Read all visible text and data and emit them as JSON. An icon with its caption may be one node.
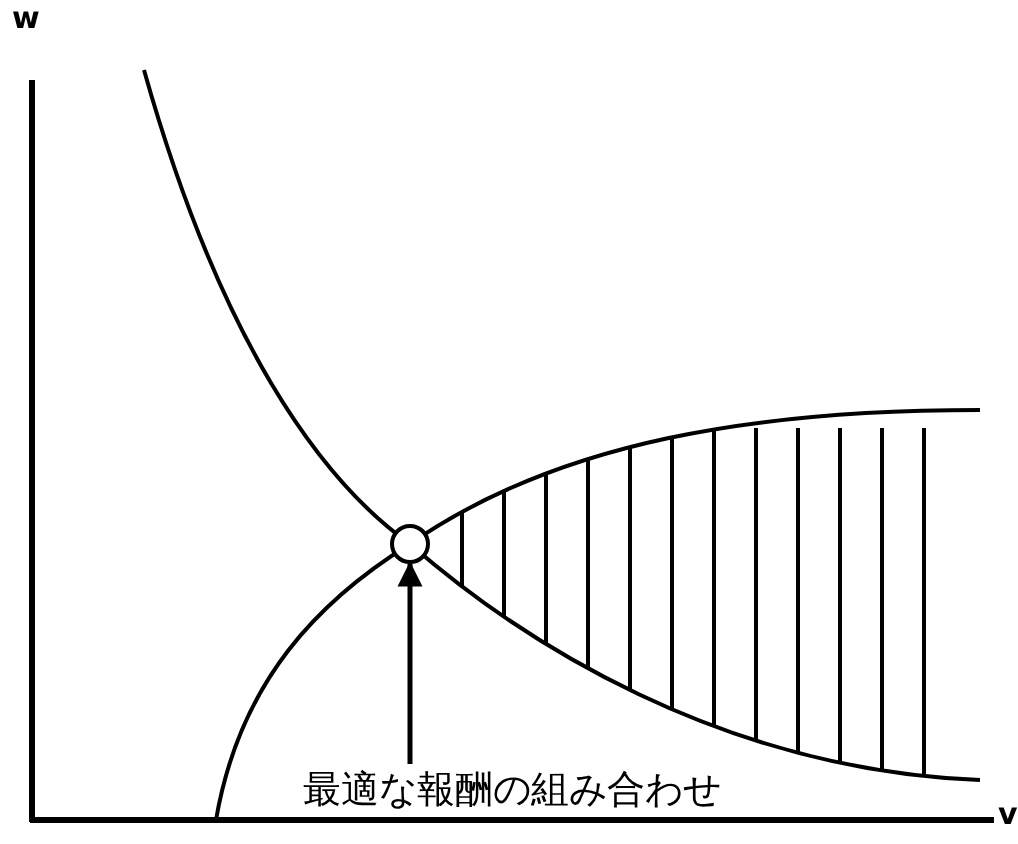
{
  "diagram": {
    "nodes": [
      {
        "text": [],
        "shape": "circle"
      },
      {
        "text": [
          "最適な報酬の組み合わせ"
        ]
      }
    ],
    "edges": [
      {
        "from": 1,
        "to": 0,
        "arrow": "to"
      }
    ],
    "labels": [
      "w",
      "v"
    ]
  }
}
